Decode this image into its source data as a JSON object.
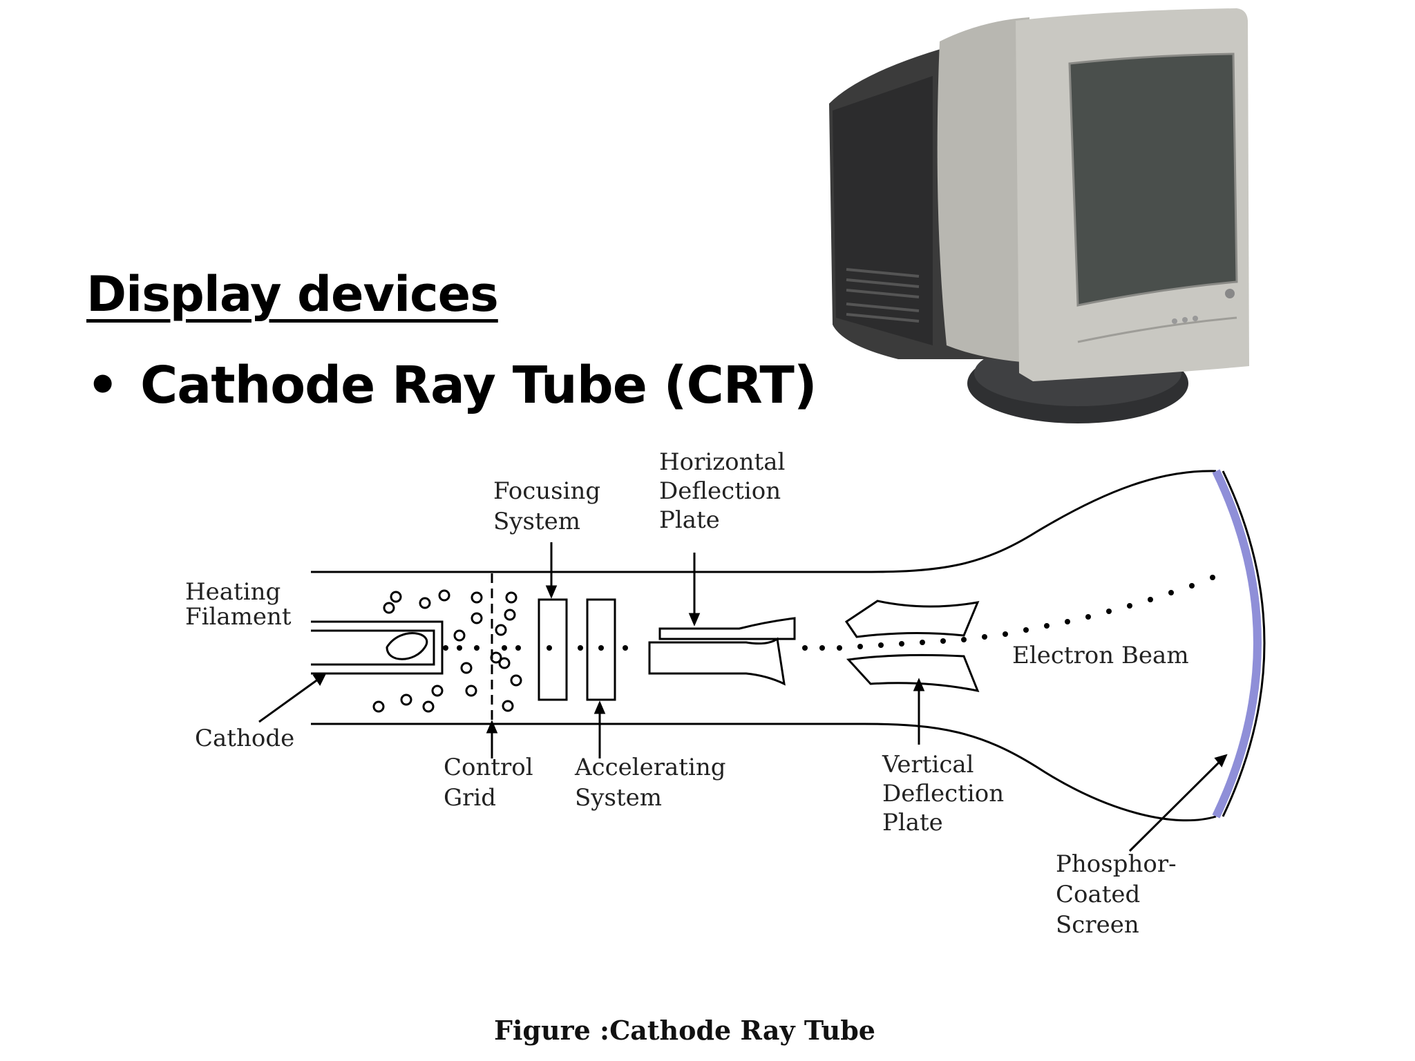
{
  "slide": {
    "heading": "Display devices",
    "bullet": "Cathode Ray Tube (CRT)"
  },
  "diagram": {
    "labels": {
      "heating_filament": [
        "Heating",
        "Filament"
      ],
      "cathode": "Cathode",
      "control_grid": [
        "Control",
        "Grid"
      ],
      "focusing_system": [
        "Focusing",
        "System"
      ],
      "accelerating_system": [
        "Accelerating",
        "System"
      ],
      "horizontal_deflection_plate": [
        "Horizontal",
        "Deflection",
        "Plate"
      ],
      "vertical_deflection_plate": [
        "Vertical",
        "Deflection",
        "Plate"
      ],
      "electron_beam": "Electron Beam",
      "phosphor_coated_screen": [
        "Phosphor-",
        "Coated",
        "Screen"
      ]
    },
    "caption": "Figure :Cathode Ray Tube",
    "colors": {
      "screen": "#8f8fd8",
      "monitor_bezel": "#c9c8c2",
      "monitor_body": "#3b3b3b",
      "monitor_screen": "#4a4f4c"
    }
  }
}
